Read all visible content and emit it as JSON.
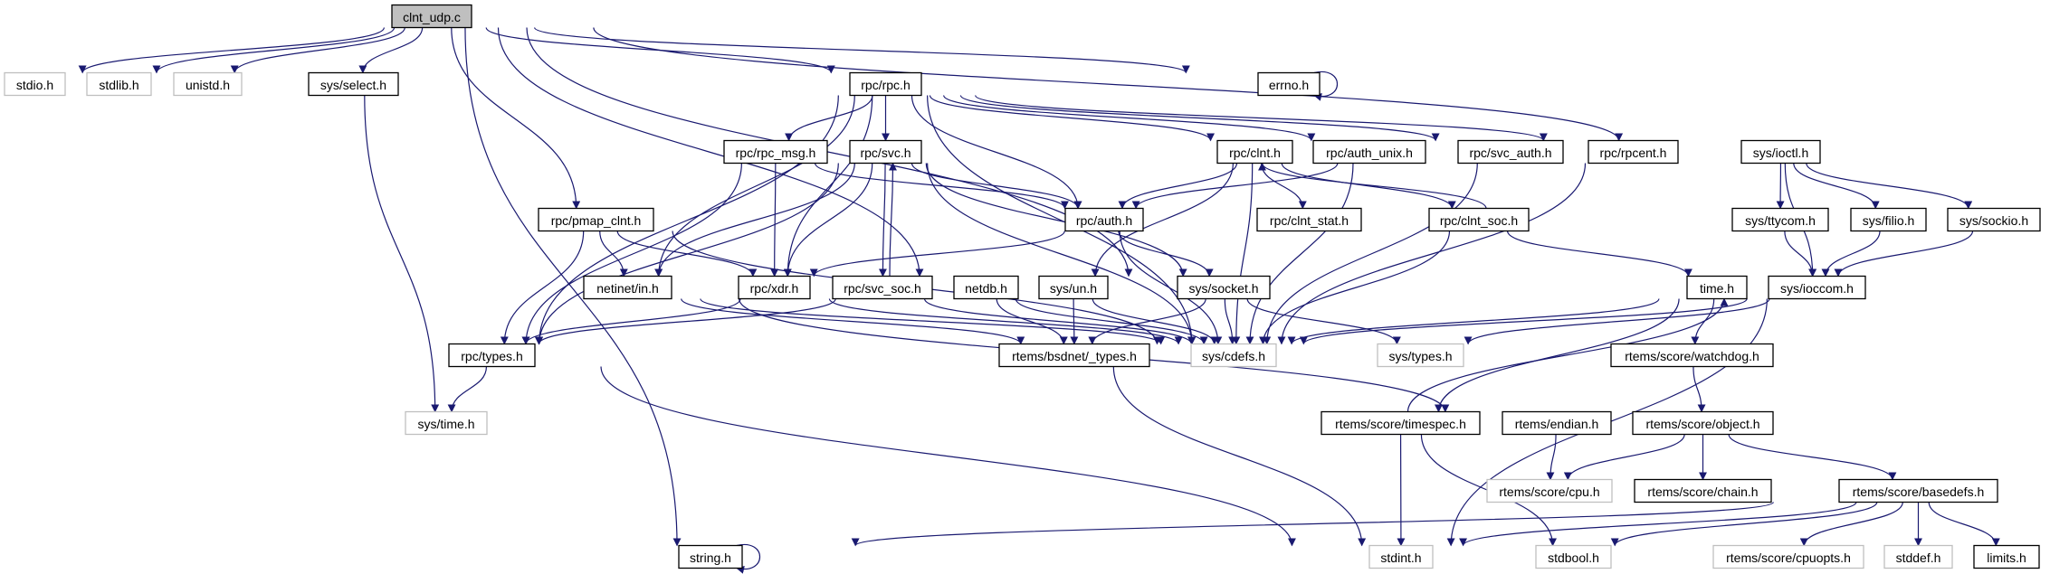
{
  "graph": {
    "edge_color": "#191970",
    "root_fill": "#bfbfbf",
    "external_border": "#bfbfbf",
    "nodes": {
      "clnt_udp": {
        "label": "clnt_udp.c",
        "kind": "root"
      },
      "stdio": {
        "label": "stdio.h",
        "kind": "external"
      },
      "stdlib": {
        "label": "stdlib.h",
        "kind": "external"
      },
      "unistd": {
        "label": "unistd.h",
        "kind": "external"
      },
      "sys_select": {
        "label": "sys/select.h",
        "kind": "documented"
      },
      "rpc_rpc": {
        "label": "rpc/rpc.h",
        "kind": "documented"
      },
      "errno": {
        "label": "errno.h",
        "kind": "documented"
      },
      "rpc_rpc_msg": {
        "label": "rpc/rpc_msg.h",
        "kind": "documented"
      },
      "rpc_svc": {
        "label": "rpc/svc.h",
        "kind": "documented"
      },
      "rpc_clnt": {
        "label": "rpc/clnt.h",
        "kind": "documented"
      },
      "rpc_auth_unix": {
        "label": "rpc/auth_unix.h",
        "kind": "documented"
      },
      "rpc_svc_auth": {
        "label": "rpc/svc_auth.h",
        "kind": "documented"
      },
      "rpc_rpcent": {
        "label": "rpc/rpcent.h",
        "kind": "documented"
      },
      "sys_ioctl": {
        "label": "sys/ioctl.h",
        "kind": "documented"
      },
      "rpc_pmap_clnt": {
        "label": "rpc/pmap_clnt.h",
        "kind": "documented"
      },
      "rpc_auth": {
        "label": "rpc/auth.h",
        "kind": "documented"
      },
      "rpc_clnt_stat": {
        "label": "rpc/clnt_stat.h",
        "kind": "documented"
      },
      "rpc_clnt_soc": {
        "label": "rpc/clnt_soc.h",
        "kind": "documented"
      },
      "sys_ttycom": {
        "label": "sys/ttycom.h",
        "kind": "documented"
      },
      "sys_filio": {
        "label": "sys/filio.h",
        "kind": "documented"
      },
      "sys_sockio": {
        "label": "sys/sockio.h",
        "kind": "documented"
      },
      "netinet_in": {
        "label": "netinet/in.h",
        "kind": "documented"
      },
      "rpc_xdr": {
        "label": "rpc/xdr.h",
        "kind": "documented"
      },
      "rpc_svc_soc": {
        "label": "rpc/svc_soc.h",
        "kind": "documented"
      },
      "netdb": {
        "label": "netdb.h",
        "kind": "documented"
      },
      "sys_un": {
        "label": "sys/un.h",
        "kind": "documented"
      },
      "sys_socket": {
        "label": "sys/socket.h",
        "kind": "documented"
      },
      "time": {
        "label": "time.h",
        "kind": "documented"
      },
      "sys_ioccom": {
        "label": "sys/ioccom.h",
        "kind": "documented"
      },
      "rpc_types": {
        "label": "rpc/types.h",
        "kind": "documented"
      },
      "bsdnet_types": {
        "label": "rtems/bsdnet/_types.h",
        "kind": "documented"
      },
      "sys_cdefs": {
        "label": "sys/cdefs.h",
        "kind": "external"
      },
      "sys_types": {
        "label": "sys/types.h",
        "kind": "external"
      },
      "watchdog": {
        "label": "rtems/score/watchdog.h",
        "kind": "documented"
      },
      "sys_time": {
        "label": "sys/time.h",
        "kind": "external"
      },
      "timespec": {
        "label": "rtems/score/timespec.h",
        "kind": "documented"
      },
      "endian": {
        "label": "rtems/endian.h",
        "kind": "documented"
      },
      "object": {
        "label": "rtems/score/object.h",
        "kind": "documented"
      },
      "cpu": {
        "label": "rtems/score/cpu.h",
        "kind": "external"
      },
      "chain": {
        "label": "rtems/score/chain.h",
        "kind": "documented"
      },
      "basedefs": {
        "label": "rtems/score/basedefs.h",
        "kind": "documented"
      },
      "string": {
        "label": "string.h",
        "kind": "documented"
      },
      "stdint": {
        "label": "stdint.h",
        "kind": "external"
      },
      "stdbool": {
        "label": "stdbool.h",
        "kind": "external"
      },
      "cpuopts": {
        "label": "rtems/score/cpuopts.h",
        "kind": "external"
      },
      "stddef": {
        "label": "stddef.h",
        "kind": "external"
      },
      "limits": {
        "label": "limits.h",
        "kind": "documented"
      }
    },
    "edges": [
      [
        "clnt_udp",
        "stdio"
      ],
      [
        "clnt_udp",
        "stdlib"
      ],
      [
        "clnt_udp",
        "unistd"
      ],
      [
        "clnt_udp",
        "sys_select"
      ],
      [
        "clnt_udp",
        "string"
      ],
      [
        "clnt_udp",
        "rpc_pmap_clnt"
      ],
      [
        "clnt_udp",
        "rpc_rpc"
      ],
      [
        "clnt_udp",
        "errno"
      ],
      [
        "clnt_udp",
        "sys_socket"
      ],
      [
        "clnt_udp",
        "netdb"
      ],
      [
        "clnt_udp",
        "sys_ioctl"
      ],
      [
        "errno",
        "errno"
      ],
      [
        "string",
        "string"
      ],
      [
        "sys_select",
        "sys_time"
      ],
      [
        "rpc_rpc",
        "rpc_types"
      ],
      [
        "rpc_rpc",
        "rpc_rpc_msg"
      ],
      [
        "rpc_rpc",
        "rpc_svc"
      ],
      [
        "rpc_rpc",
        "rpc_xdr"
      ],
      [
        "rpc_rpc",
        "netinet_in"
      ],
      [
        "rpc_rpc",
        "rpc_auth"
      ],
      [
        "rpc_rpc",
        "rpc_clnt"
      ],
      [
        "rpc_rpc",
        "rpc_auth_unix"
      ],
      [
        "rpc_rpc",
        "rpc_svc_auth"
      ],
      [
        "rpc_rpc",
        "rpc_rpcent"
      ],
      [
        "rpc_rpc",
        "sys_cdefs"
      ],
      [
        "rpc_rpc_msg",
        "rpc_xdr"
      ],
      [
        "rpc_rpc_msg",
        "rpc_auth"
      ],
      [
        "rpc_rpc_msg",
        "rpc_types"
      ],
      [
        "rpc_svc",
        "rpc_auth"
      ],
      [
        "rpc_svc",
        "rpc_xdr"
      ],
      [
        "rpc_svc",
        "rpc_svc_soc"
      ],
      [
        "rpc_svc",
        "netinet_in"
      ],
      [
        "rpc_svc",
        "rpc_types"
      ],
      [
        "rpc_svc",
        "sys_socket"
      ],
      [
        "rpc_svc",
        "sys_cdefs"
      ],
      [
        "rpc_svc_soc",
        "rpc_svc"
      ],
      [
        "rpc_svc_soc",
        "rpc_types"
      ],
      [
        "rpc_svc_soc",
        "sys_cdefs"
      ],
      [
        "rpc_pmap_clnt",
        "netinet_in"
      ],
      [
        "rpc_pmap_clnt",
        "rpc_types"
      ],
      [
        "rpc_pmap_clnt",
        "rpc_xdr"
      ],
      [
        "rpc_pmap_clnt",
        "sys_cdefs"
      ],
      [
        "rpc_clnt",
        "rpc_auth"
      ],
      [
        "rpc_clnt",
        "rpc_clnt_stat"
      ],
      [
        "rpc_clnt",
        "rpc_clnt_soc"
      ],
      [
        "rpc_clnt",
        "sys_un"
      ],
      [
        "rpc_clnt",
        "sys_cdefs"
      ],
      [
        "rpc_clnt_soc",
        "rpc_clnt"
      ],
      [
        "rpc_clnt_soc",
        "time"
      ],
      [
        "rpc_clnt_soc",
        "sys_cdefs"
      ],
      [
        "rpc_auth_unix",
        "rpc_auth"
      ],
      [
        "rpc_auth_unix",
        "sys_cdefs"
      ],
      [
        "rpc_svc_auth",
        "sys_cdefs"
      ],
      [
        "rpc_rpcent",
        "sys_cdefs"
      ],
      [
        "rpc_auth",
        "rpc_xdr"
      ],
      [
        "rpc_auth",
        "sys_socket"
      ],
      [
        "rpc_auth",
        "sys_cdefs"
      ],
      [
        "rpc_xdr",
        "rpc_types"
      ],
      [
        "rpc_xdr",
        "sys_cdefs"
      ],
      [
        "netinet_in",
        "bsdnet_types"
      ],
      [
        "netinet_in",
        "sys_cdefs"
      ],
      [
        "netinet_in",
        "endian"
      ],
      [
        "netdb",
        "bsdnet_types"
      ],
      [
        "netdb",
        "sys_cdefs"
      ],
      [
        "sys_un",
        "bsdnet_types"
      ],
      [
        "sys_un",
        "sys_cdefs"
      ],
      [
        "sys_socket",
        "bsdnet_types"
      ],
      [
        "sys_socket",
        "sys_cdefs"
      ],
      [
        "sys_socket",
        "sys_types"
      ],
      [
        "bsdnet_types",
        "stdint"
      ],
      [
        "rpc_types",
        "sys_time"
      ],
      [
        "rpc_types",
        "stdint"
      ],
      [
        "sys_ioctl",
        "sys_ttycom"
      ],
      [
        "sys_ioctl",
        "sys_filio"
      ],
      [
        "sys_ioctl",
        "sys_sockio"
      ],
      [
        "sys_ioctl",
        "sys_ioccom"
      ],
      [
        "sys_ttycom",
        "sys_ioccom"
      ],
      [
        "sys_filio",
        "sys_ioccom"
      ],
      [
        "sys_sockio",
        "sys_ioccom"
      ],
      [
        "sys_ioccom",
        "sys_cdefs"
      ],
      [
        "sys_ioccom",
        "sys_types"
      ],
      [
        "sys_ioccom",
        "stdint"
      ],
      [
        "time",
        "watchdog"
      ],
      [
        "time",
        "timespec"
      ],
      [
        "time",
        "sys_cdefs"
      ],
      [
        "timespec",
        "time"
      ],
      [
        "timespec",
        "stdint"
      ],
      [
        "timespec",
        "stdbool"
      ],
      [
        "watchdog",
        "object"
      ],
      [
        "object",
        "cpu"
      ],
      [
        "object",
        "chain"
      ],
      [
        "object",
        "basedefs"
      ],
      [
        "endian",
        "cpu"
      ],
      [
        "basedefs",
        "string"
      ],
      [
        "basedefs",
        "stdint"
      ],
      [
        "basedefs",
        "stdbool"
      ],
      [
        "basedefs",
        "cpuopts"
      ],
      [
        "basedefs",
        "stddef"
      ],
      [
        "basedefs",
        "limits"
      ]
    ]
  }
}
